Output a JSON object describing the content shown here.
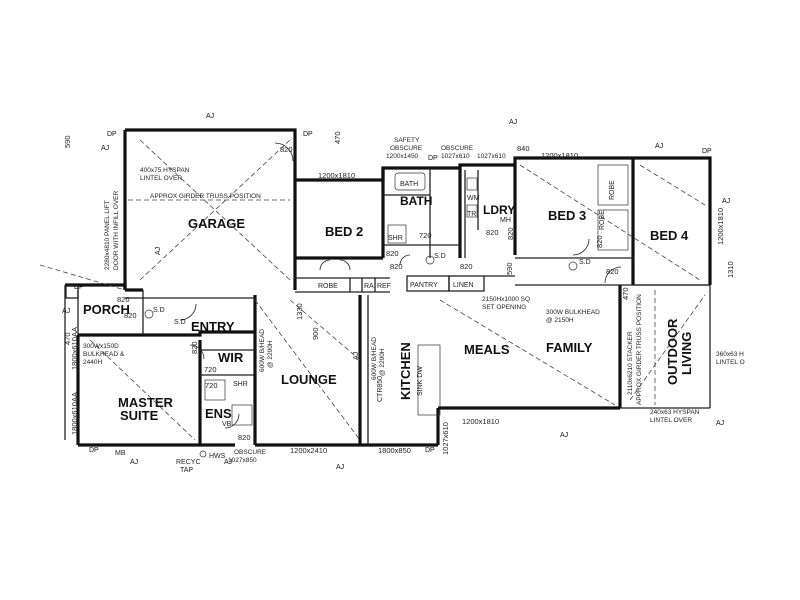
{
  "rooms": {
    "garage": "GARAGE",
    "bed2": "BED 2",
    "bath": "BATH",
    "ldry": "LDRY",
    "bed3": "BED 3",
    "bed4": "BED 4",
    "porch": "PORCH",
    "entry": "ENTRY",
    "wir": "WIR",
    "master_1": "MASTER",
    "master_2": "SUITE",
    "ens": "ENS",
    "lounge": "LOUNGE",
    "kitchen": "KITCHEN",
    "meals": "MEALS",
    "family": "FAMILY",
    "outdoor_1": "OUTDOOR",
    "outdoor_2": "LIVING"
  },
  "fixtures": {
    "robe": "ROBE",
    "ra": "RA",
    "ref": "REF",
    "pantry": "PANTRY",
    "linen": "LINEN",
    "shr_bath": "SHR",
    "bath_tub": "BATH",
    "wm": "WM",
    "tr": "TR",
    "mh": "MH",
    "robe_b3a": "ROBE",
    "robe_b3b": "ROBE",
    "shr_ens": "SHR",
    "vb": "VB",
    "sink_dw": "SINK DW",
    "ctr": "CTR850",
    "sd1": "S.D",
    "sd2": "S.D",
    "sd3": "S.D",
    "sd4": "S.D",
    "mb": "MB",
    "hws": "HWS",
    "recyc_1": "RECYC",
    "recyc_2": "TAP"
  },
  "notes": {
    "safety_1": "SAFETY",
    "safety_2": "OBSCURE",
    "safety_3": "1200x1450",
    "obscure_top_1": "OBSCURE",
    "obscure_top_2": "1027x610",
    "obscure_top_3": "1027x610",
    "lintel_1": "400x75 HYSPAN",
    "lintel_2": "LINTEL OVER",
    "girder": "APPROX GIRDER TRUSS POSITION",
    "garage_door_1": "2280x4810 PANEL LIFT",
    "garage_door_2": "DOOR WITH INFILL OVER",
    "opening_1": "2150Hx1000 SQ",
    "opening_2": "SET OPENING",
    "bulkhead_1": "300W BULKHEAD",
    "bulkhead_2": "@ 2150H",
    "stacker_1": "2110x6210 STACKER",
    "stacker_2": "APPROX GIRDER TRUSS POSITION",
    "lintel_side_1": "360x63 H",
    "lintel_side_2": "LINTEL O",
    "lintel_bot_1": "240x63 HYSPAN",
    "lintel_bot_2": "LINTEL OVER",
    "bulk_master_1": "300Wx150D",
    "bulk_master_2": "BULKHEAD &",
    "bulk_master_3": "2440H",
    "bhead_lounge_1": "600W B/HEAD",
    "bhead_lounge_2": "@ 2290H",
    "bhead_kitchen_1": "600W B/HEAD",
    "bhead_kitchen_2": "@ 2290H",
    "obscure_bot_1": "OBSCURE",
    "obscure_bot_2": "1027x850"
  },
  "dims": {
    "d_590": "590",
    "d_470_top": "470",
    "d_820_garage": "820",
    "d_1200x1810_bed2": "1200x1810",
    "d_840": "840",
    "d_1200x1810_bed3": "1200x1810",
    "d_1200x1810_bed4": "1200x1810",
    "d_720_bath": "720",
    "d_820_bath": "820",
    "d_820_ldry": "820",
    "d_820_bed3": "820",
    "d_820_bed4": "820",
    "d_820_bed2": "820",
    "d_820_bed2b": "820",
    "d_820_b3door": "820",
    "d_590_hall": "590",
    "d_1310": "1310",
    "d_1330": "1330",
    "d_900": "900",
    "d_820_porch": "820",
    "d_820_entry": "820",
    "d_820_master": "820",
    "d_720_wir": "720",
    "d_720_ens": "720",
    "d_820_ens": "820",
    "d_1800x610_porch": "1800x610AA",
    "d_1800x610_master": "1800x610AA",
    "d_470_porch": "470",
    "d_1200x2410": "1200x2410",
    "d_1800x850": "1800x850",
    "d_1200x1810_family": "1200x1810",
    "d_1027x610_side": "1027x610",
    "d_470_out": "470",
    "d_1200x1810_b4side": "1200x1810"
  },
  "markers": {
    "aj_1": "AJ",
    "aj_2": "AJ",
    "aj_3": "AJ",
    "aj_4": "AJ",
    "aj_5": "AJ",
    "aj_6": "AJ",
    "aj_7": "AJ",
    "aj_8": "AJ",
    "aj_9": "AJ",
    "aj_10": "AJ",
    "aj_11": "AJ",
    "aj_12": "AJ",
    "aj_13": "AJ",
    "dp_1": "DP",
    "dp_2": "DP",
    "dp_3": "DP",
    "dp_4": "DP",
    "dp_5": "DP",
    "dp_6": "DP",
    "dp_7": "DP"
  }
}
